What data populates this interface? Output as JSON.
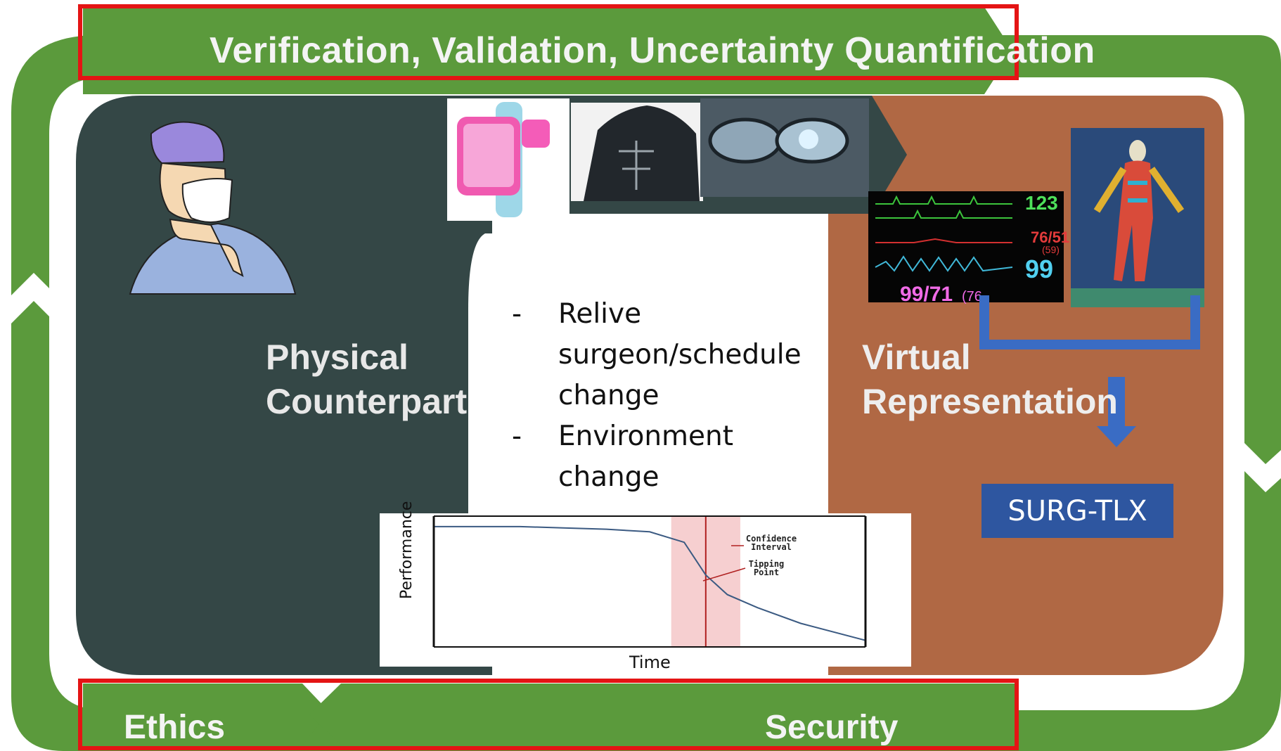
{
  "top_banner": {
    "label": "Verification, Validation, Uncertainty Quantification"
  },
  "bottom_banner": {
    "left_label": "Ethics",
    "right_label": "Security"
  },
  "physical": {
    "label_line1": "Physical",
    "label_line2": "Counterpart"
  },
  "virtual": {
    "label_line1": "Virtual",
    "label_line2": "Representation"
  },
  "center_box": {
    "bullets": [
      {
        "dash": "-",
        "text": "Relive surgeon/schedule change"
      },
      {
        "dash": "-",
        "text": "Environment change"
      }
    ]
  },
  "output_box": {
    "label": "SURG-TLX"
  },
  "vital_monitor": {
    "hr": "123",
    "bp_small": "76/51",
    "bp_small_mean": "(59)",
    "spo2": "99",
    "bp_large": "99/71",
    "bp_large_mean": "(76"
  },
  "chart_data": {
    "type": "line",
    "xlabel": "Time",
    "ylabel": "Performance",
    "annotations": [
      "Confidence Interval",
      "Tipping Point"
    ],
    "series": [
      {
        "values": [
          0.92,
          0.92,
          0.92,
          0.91,
          0.9,
          0.88,
          0.8,
          0.55,
          0.4,
          0.3,
          0.18,
          0.05
        ]
      }
    ],
    "x_positions": [
      0,
      0.1,
      0.2,
      0.3,
      0.4,
      0.5,
      0.58,
      0.63,
      0.68,
      0.75,
      0.85,
      1.0
    ],
    "tipping_point_x": 0.63,
    "confidence_interval_x": [
      0.55,
      0.71
    ],
    "colors": {
      "line": "#3b5a82",
      "ci_band": "#f6cfd0",
      "tipping_line": "#b02020"
    }
  },
  "colors": {
    "green": "#5b9a3c",
    "dark_panel": "#344746",
    "brown_panel": "#b06844",
    "highlight_box": "#e41414",
    "flow_blue": "#3a6cc4",
    "surg_tlx_bg": "#2e56a0"
  }
}
